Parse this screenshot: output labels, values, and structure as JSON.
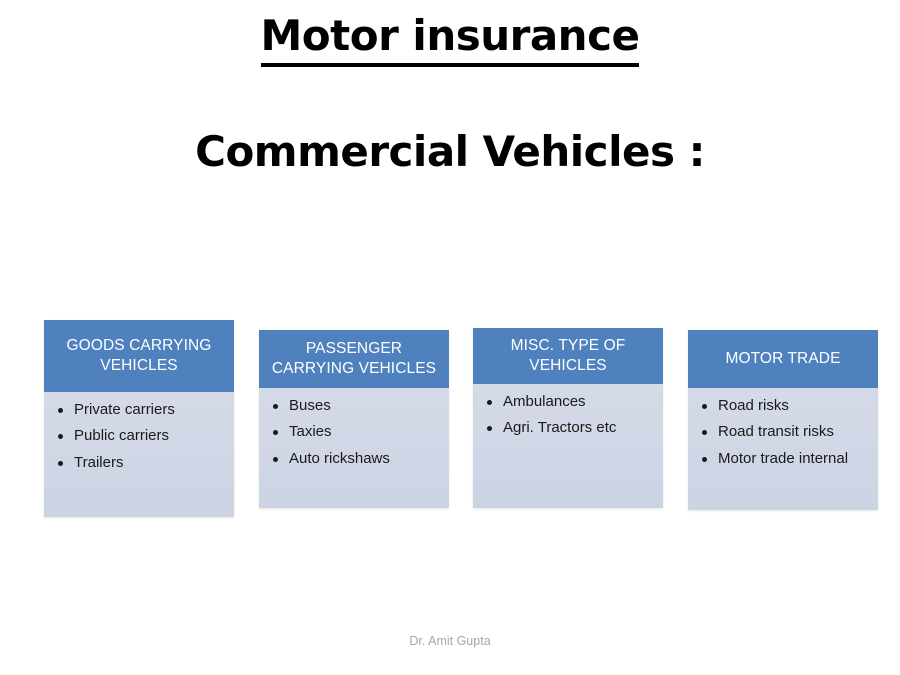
{
  "slide": {
    "title": "Motor insurance",
    "subtitle": "Commercial Vehicles :",
    "footer": "Dr. Amit Gupta"
  },
  "theme": {
    "header_fill": "#4E81BD",
    "header_text": "#FFFFFF",
    "body_fill": "#D2D8E6",
    "body_text": "#1A1A1A",
    "page_background": "#FFFFFF",
    "footer_text": "#A6A6A6"
  },
  "cards": [
    {
      "header": "GOODS CARRYING VEHICLES",
      "items": [
        "Private carriers",
        "Public carriers",
        "Trailers"
      ]
    },
    {
      "header": "PASSENGER CARRYING VEHICLES",
      "items": [
        "Buses",
        "Taxies",
        "Auto rickshaws"
      ]
    },
    {
      "header": "MISC. TYPE OF VEHICLES",
      "items": [
        "Ambulances",
        "Agri. Tractors etc"
      ]
    },
    {
      "header": "MOTOR TRADE",
      "items": [
        "Road risks",
        "Road transit risks",
        "Motor trade internal"
      ]
    }
  ]
}
